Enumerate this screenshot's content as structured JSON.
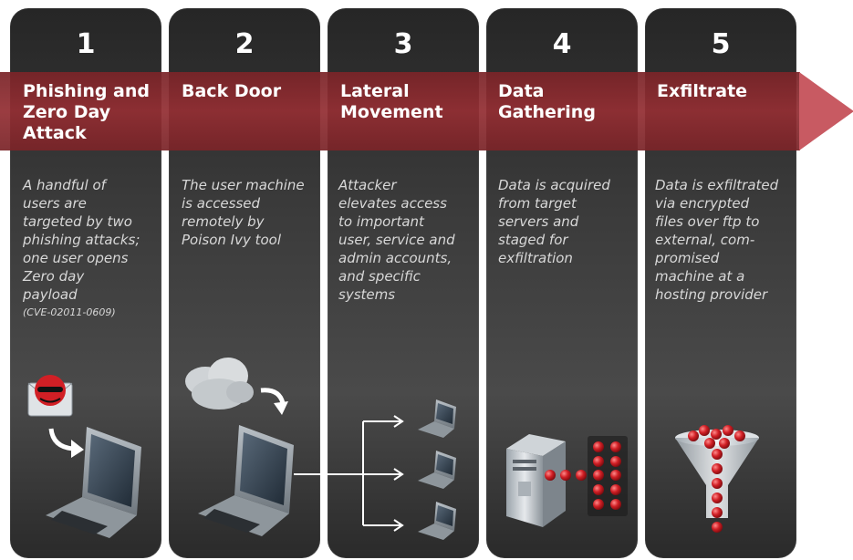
{
  "steps": [
    {
      "number": "1",
      "title_lines": [
        "Phishing and",
        "Zero Day",
        "Attack"
      ],
      "desc_lines": [
        "A handful of",
        "users are",
        "targeted by two",
        "phishing attacks;",
        "one user opens",
        "Zero day",
        "payload"
      ],
      "desc_small": "(CVE-02011-0609)"
    },
    {
      "number": "2",
      "title_lines": [
        "Back Door"
      ],
      "desc_lines": [
        "The user machine",
        "is accessed",
        "remotely by",
        "Poison Ivy tool"
      ]
    },
    {
      "number": "3",
      "title_lines": [
        "Lateral",
        "Movement"
      ],
      "desc_lines": [
        "Attacker",
        "elevates access",
        "to important",
        "user, service and",
        "admin accounts,",
        "and specific",
        "systems"
      ]
    },
    {
      "number": "4",
      "title_lines": [
        "Data",
        "Gathering"
      ],
      "desc_lines": [
        "Data is acquired",
        "from target",
        "servers and",
        "staged for",
        "exfiltration"
      ]
    },
    {
      "number": "5",
      "title_lines": [
        "Exfiltrate"
      ],
      "desc_lines": [
        "Data is exfiltrated",
        "via encrypted",
        "files over ftp to",
        "external, com-",
        "promised",
        "machine at a",
        "hosting provider"
      ]
    }
  ],
  "colors": {
    "banner": "#8a2a2f",
    "arrowhead": "#c85a62",
    "column": "#333333",
    "data_dot": "#d11f25"
  }
}
